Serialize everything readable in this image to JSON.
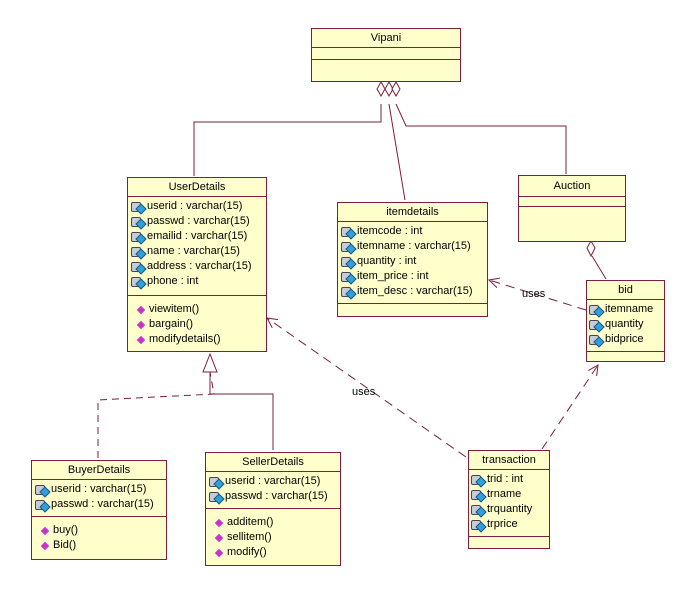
{
  "classes": {
    "vipani": {
      "name": "Vipani",
      "attributes": [],
      "operations": []
    },
    "userdetails": {
      "name": "UserDetails",
      "attributes": [
        "userid : varchar(15)",
        "passwd : varchar(15)",
        "emailid : varchar(15)",
        "name : varchar(15)",
        "address : varchar(15)",
        "phone : int"
      ],
      "operations": [
        "viewitem()",
        "bargain()",
        "modifydetails()"
      ]
    },
    "itemdetails": {
      "name": "itemdetails",
      "attributes": [
        "itemcode : int",
        "itemname : varchar(15)",
        "quantity : int",
        "item_price : int",
        "item_desc : varchar(15)"
      ],
      "operations": []
    },
    "auction": {
      "name": "Auction",
      "attributes": [],
      "operations": []
    },
    "bid": {
      "name": "bid",
      "attributes": [
        "itemname",
        "quantity",
        "bidprice"
      ],
      "operations": []
    },
    "buyerdetails": {
      "name": "BuyerDetails",
      "attributes": [
        "userid : varchar(15)",
        "passwd : varchar(15)"
      ],
      "operations": [
        "buy()",
        "Bid()"
      ]
    },
    "sellerdetails": {
      "name": "SellerDetails",
      "attributes": [
        "userid : varchar(15)",
        "passwd : varchar(15)"
      ],
      "operations": [
        "additem()",
        "sellitem()",
        "modify()"
      ]
    },
    "transaction": {
      "name": "transaction",
      "attributes": [
        "trid : int",
        "trname",
        "trquantity",
        "trprice"
      ],
      "operations": []
    }
  },
  "labels": {
    "uses_bid_item": "uses",
    "uses_transaction_user": "uses"
  },
  "colors": {
    "class_fill": "#ffffcc",
    "line": "#7a1f3d",
    "operation_icon": "#cc33cc",
    "attribute_icon": "#30a0d8"
  }
}
